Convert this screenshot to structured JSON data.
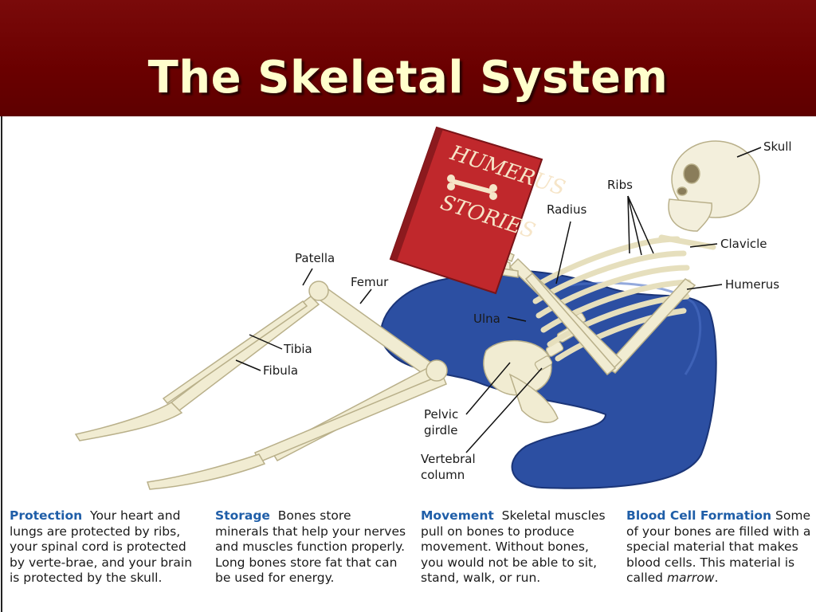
{
  "title": "The Skeletal System",
  "book": {
    "line1": "HUMERUS",
    "line2": "STORIES"
  },
  "labels": {
    "skull": "Skull",
    "ribs": "Ribs",
    "radius": "Radius",
    "clavicle": "Clavicle",
    "humerus": "Humerus",
    "patella": "Patella",
    "femur": "Femur",
    "ulna": "Ulna",
    "tibia": "Tibia",
    "fibula": "Fibula",
    "pelvic_girdle_line1": "Pelvic",
    "pelvic_girdle_line2": "girdle",
    "vertebral_column_line1": "Vertebral",
    "vertebral_column_line2": "column"
  },
  "functions": [
    {
      "heading": "Protection",
      "text": "Your heart and lungs are protected by ribs, your spinal cord is protected by verte-brae, and your brain is protected by the skull."
    },
    {
      "heading": "Storage",
      "text": "Bones store minerals that help your nerves and muscles function properly. Long bones store fat that can be used for energy."
    },
    {
      "heading": "Movement",
      "text": "Skeletal muscles pull on bones to produce movement. Without bones, you would not be able to sit, stand, walk, or run."
    },
    {
      "heading": "Blood Cell Formation",
      "text": "Some of your bones are filled with a special material that makes blood cells. This material is called",
      "emphasis": "marrow",
      "end": "."
    }
  ],
  "colors": {
    "title_bar": "#6a0000",
    "title_text": "#ffffcc",
    "heading_blue": "#1f5ea8",
    "book_red": "#c0282c",
    "cushion_blue": "#2a4fa0",
    "bone": "#f1ecd2"
  }
}
